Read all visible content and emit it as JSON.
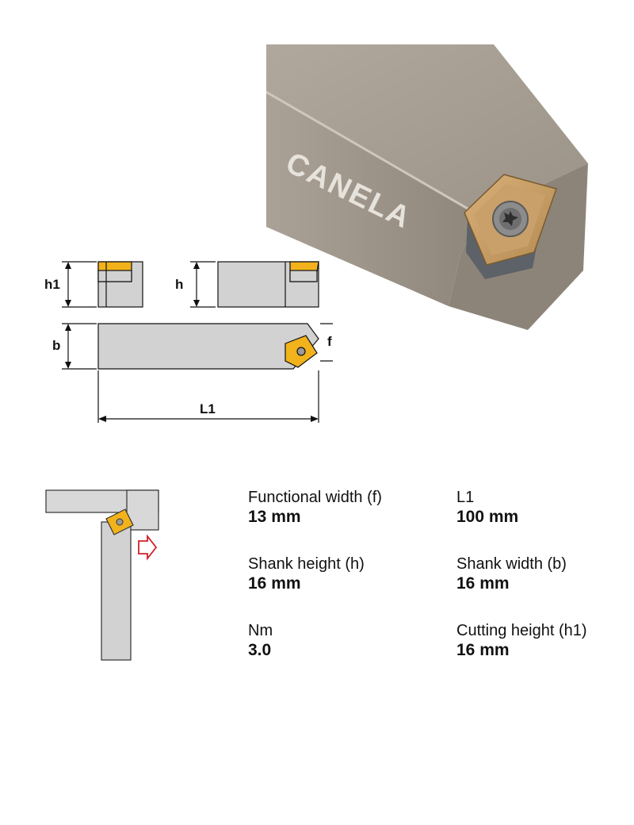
{
  "photo": {
    "brand": "CANELA"
  },
  "drawing": {
    "labels": {
      "h1": "h1",
      "h": "h",
      "b": "b",
      "f": "f",
      "L1": "L1"
    }
  },
  "specs": [
    {
      "label": "Functional width (f)",
      "value": "13 mm"
    },
    {
      "label": "L1",
      "value": "100 mm"
    },
    {
      "label": "Shank height (h)",
      "value": "16 mm"
    },
    {
      "label": "Shank width (b)",
      "value": "16 mm"
    },
    {
      "label": "Nm",
      "value": "3.0"
    },
    {
      "label": "Cutting height (h1)",
      "value": "16 mm"
    }
  ],
  "colors": {
    "insert": "#f2b21c",
    "tool_body": "#a39a90",
    "drawing_fill": "#d2d2d2",
    "feed_arrow": "#d0202a"
  },
  "icons": {
    "feed_direction": "right-arrow-outline-icon",
    "insert_screw": "torx-screw-icon"
  }
}
